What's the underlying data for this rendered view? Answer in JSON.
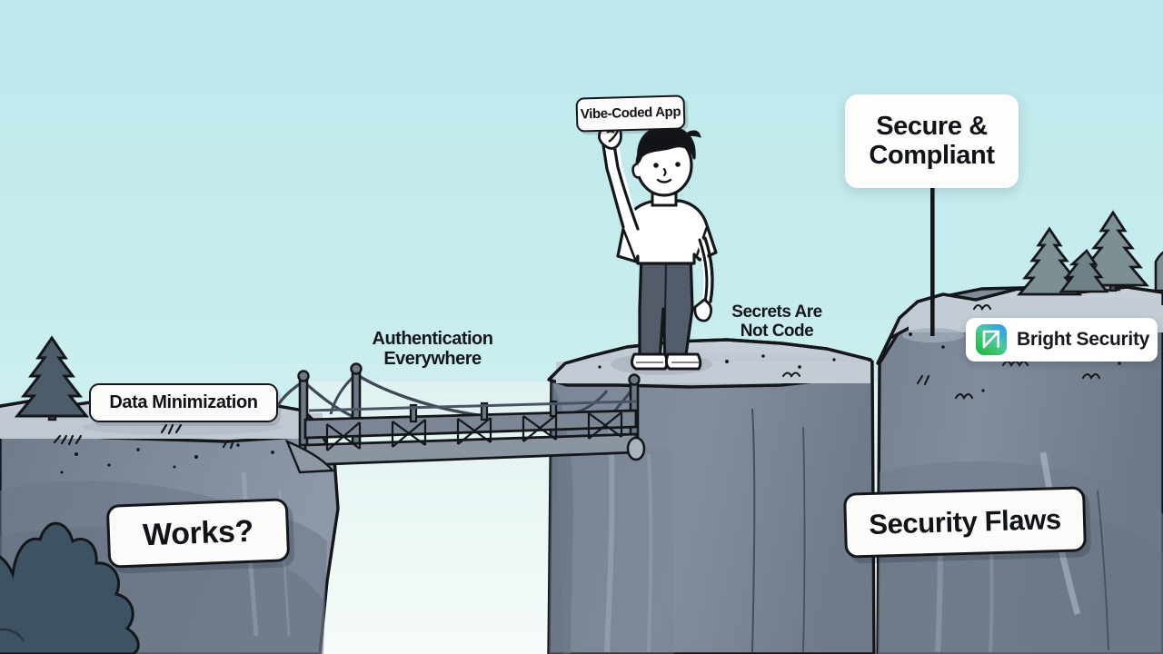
{
  "illustration": {
    "title": "Vibe-Coded App Cliff Illustration",
    "palette": {
      "sky_top": "#bfe9ec",
      "sky_bottom": "#d9f3f1",
      "chasm": "#e9f6f4",
      "cliff_top": "#c3ccd5",
      "cliff_face": "#7e8a99",
      "cliff_face_dark": "#6d7988",
      "outline": "#14161a",
      "tree_dark": "#4a5b66",
      "tree_right": "#7a8f93",
      "bush_foreground": "#3d5263",
      "bridge": "#6d7885",
      "pants": "#525c6b",
      "shirt": "#ffffff",
      "hair": "#111318",
      "label_bg": "#fbfbfa",
      "brand_green": "#15b34a",
      "brand_blue": "#2a97e8"
    }
  },
  "labels": {
    "vibe_app": "Vibe-Coded App",
    "secure_compliant_line1": "Secure &",
    "secure_compliant_line2": "Compliant",
    "data_minimization": "Data Minimization",
    "works": "Works?",
    "security_flaws": "Security Flaws",
    "authentication_line1": "Authentication",
    "authentication_line2": "Everywhere",
    "secrets_line1": "Secrets Are",
    "secrets_line2": "Not Code"
  },
  "brand": {
    "name": "Bright Security",
    "logo_icon": "bright-security-logo-icon"
  },
  "scene_objects": {
    "character": "person-pointing-up",
    "bridge": "suspension-truss-bridge",
    "left_cliff": "left-plateau",
    "center_cliff": "center-plateau",
    "right_cliff": "right-plateau",
    "trees_left_count": 1,
    "trees_right_count": 3,
    "signpost": "signpost-pole"
  }
}
